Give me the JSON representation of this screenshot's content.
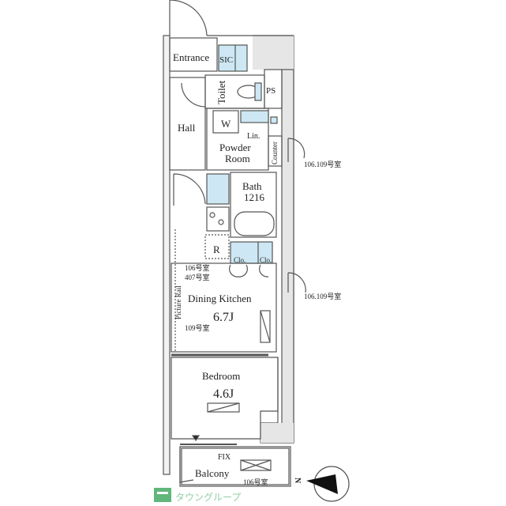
{
  "colors": {
    "wall": "#555555",
    "wall_fill": "#e6e6e6",
    "fixture_blue": "#cde8f4",
    "logo_green": "#3aa55a"
  },
  "rooms": {
    "entrance": "Entrance",
    "sic": "SIC",
    "toilet": "Toilet",
    "ps": "PS",
    "hall": "Hall",
    "washer": "W",
    "linen": "Lin.",
    "powder_room_line1": "Powder",
    "powder_room_line2": "Room",
    "counter": "Counter",
    "bath_line1": "Bath",
    "bath_line2": "1216",
    "refrigerator": "R",
    "closet1": "Clo.",
    "closet2": "Clo.",
    "dining_kitchen": "Dining Kitchen",
    "dining_kitchen_size": "6.7J",
    "picture_rail": "Picture Rail",
    "bedroom": "Bedroom",
    "bedroom_size": "4.6J",
    "fix": "FIX",
    "balcony": "Balcony"
  },
  "notes": {
    "rooms_106_109_a": "106.109号室",
    "rooms_106_109_b": "106.109号室",
    "room_106": "106号室",
    "room_407": "407号室",
    "room_109": "109号室",
    "room_106_balcony": "106号室"
  },
  "compass": {
    "label": "N"
  },
  "logo": {
    "text": "タウングループ"
  }
}
